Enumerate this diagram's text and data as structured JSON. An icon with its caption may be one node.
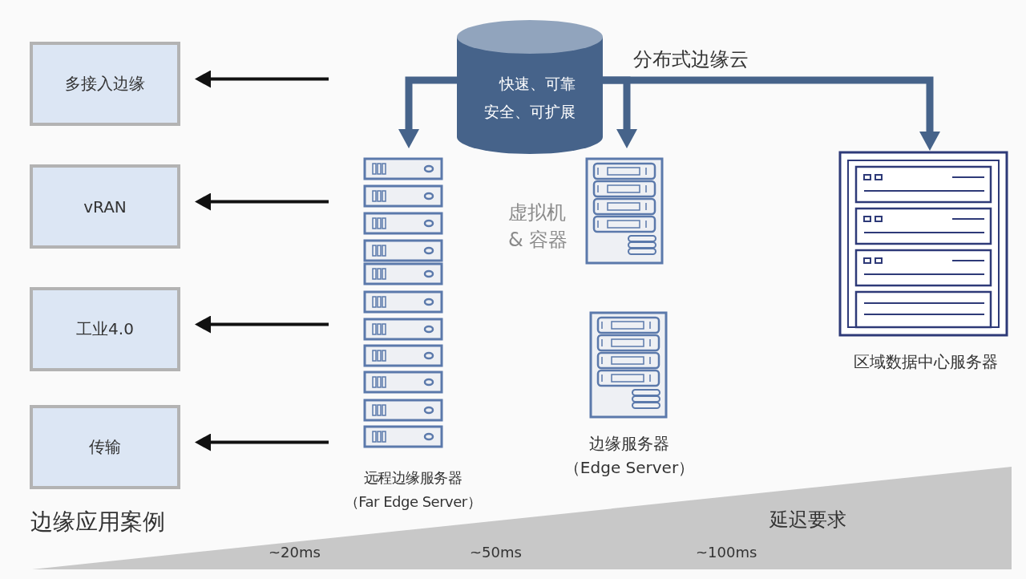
{
  "diagram": {
    "nodes": [
      {
        "text": [
          "多接入边缘"
        ]
      },
      {
        "text": [
          "vRAN"
        ]
      },
      {
        "text": [
          "工业4.0"
        ]
      },
      {
        "text": [
          "传输"
        ]
      },
      {
        "text": [
          "快速、可靠安全、可扩展"
        ]
      },
      {
        "text": [
          "远程边缘服务器",
          "（Far Edge Server）"
        ]
      },
      {
        "text": [
          "虚拟机 & 容器"
        ]
      },
      {
        "text": [
          "边缘服务器",
          "（Edge Server）"
        ]
      },
      {
        "text": [
          "区域数据中心服务器"
        ]
      }
    ],
    "edges": [
      {
        "from": 4,
        "to": 5,
        "arrow": "to",
        "style": "thick",
        "color": "#46638a"
      },
      {
        "from": 4,
        "to": 6,
        "arrow": "to",
        "style": "thick",
        "color": "#46638a"
      },
      {
        "from": 4,
        "to": 8,
        "arrow": "to",
        "style": "thick",
        "color": "#46638a"
      },
      {
        "from": null,
        "to": 0,
        "arrow": "to"
      },
      {
        "from": null,
        "to": 1,
        "arrow": "to"
      },
      {
        "from": null,
        "to": 2,
        "arrow": "to"
      },
      {
        "from": null,
        "to": 3,
        "arrow": "to"
      }
    ],
    "labels": [
      "分布式边缘云",
      "边缘应用案例",
      "延迟要求",
      "~20ms",
      "~50ms",
      "~100ms"
    ]
  }
}
